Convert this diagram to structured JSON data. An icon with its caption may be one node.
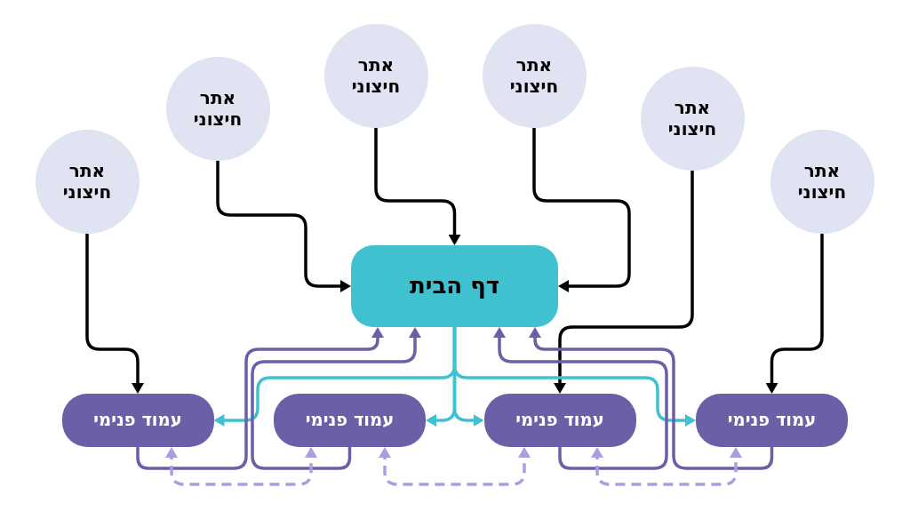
{
  "diagram": {
    "nodes": [
      {
        "text": [
          "אתר חיצוני"
        ]
      },
      {
        "text": [
          "אתר חיצוני"
        ]
      },
      {
        "text": [
          "אתר חיצוני"
        ]
      },
      {
        "text": [
          "אתר חיצוני"
        ]
      },
      {
        "text": [
          "אתר חיצוני"
        ]
      },
      {
        "text": [
          "אתר חיצוני"
        ]
      },
      {
        "text": [
          "דף הבית"
        ]
      },
      {
        "text": [
          "עמוד פנימי"
        ]
      },
      {
        "text": [
          "עמוד פנימי"
        ]
      },
      {
        "text": [
          "עמוד פנימי"
        ]
      },
      {
        "text": [
          "עמוד פנימי"
        ]
      }
    ],
    "edges": [
      {
        "from": 0,
        "to": 7,
        "arrow": "to"
      },
      {
        "from": 1,
        "to": 6,
        "arrow": "to"
      },
      {
        "from": 2,
        "to": 6,
        "arrow": "to"
      },
      {
        "from": 3,
        "to": 6,
        "arrow": "to"
      },
      {
        "from": 4,
        "to": 9,
        "arrow": "to"
      },
      {
        "from": 5,
        "to": 10,
        "arrow": "to"
      },
      {
        "from": 6,
        "to": 7,
        "arrow": "to",
        "color": "#3fc1cf"
      },
      {
        "from": 6,
        "to": 8,
        "arrow": "to",
        "color": "#3fc1cf"
      },
      {
        "from": 6,
        "to": 9,
        "arrow": "to",
        "color": "#3fc1cf"
      },
      {
        "from": 6,
        "to": 10,
        "arrow": "to",
        "color": "#3fc1cf"
      },
      {
        "from": 7,
        "to": 6,
        "arrow": "to",
        "color": "#6b60a8"
      },
      {
        "from": 8,
        "to": 6,
        "arrow": "to",
        "color": "#6b60a8"
      },
      {
        "from": 9,
        "to": 6,
        "arrow": "to",
        "color": "#6b60a8"
      },
      {
        "from": 10,
        "to": 6,
        "arrow": "to",
        "color": "#6b60a8"
      },
      {
        "from": 7,
        "to": 8,
        "arrow": "both",
        "style": "dashed",
        "color": "#a99ee0"
      },
      {
        "from": 8,
        "to": 9,
        "arrow": "both",
        "style": "dashed",
        "color": "#a99ee0"
      },
      {
        "from": 9,
        "to": 10,
        "arrow": "both",
        "style": "dashed",
        "color": "#a99ee0"
      }
    ]
  }
}
